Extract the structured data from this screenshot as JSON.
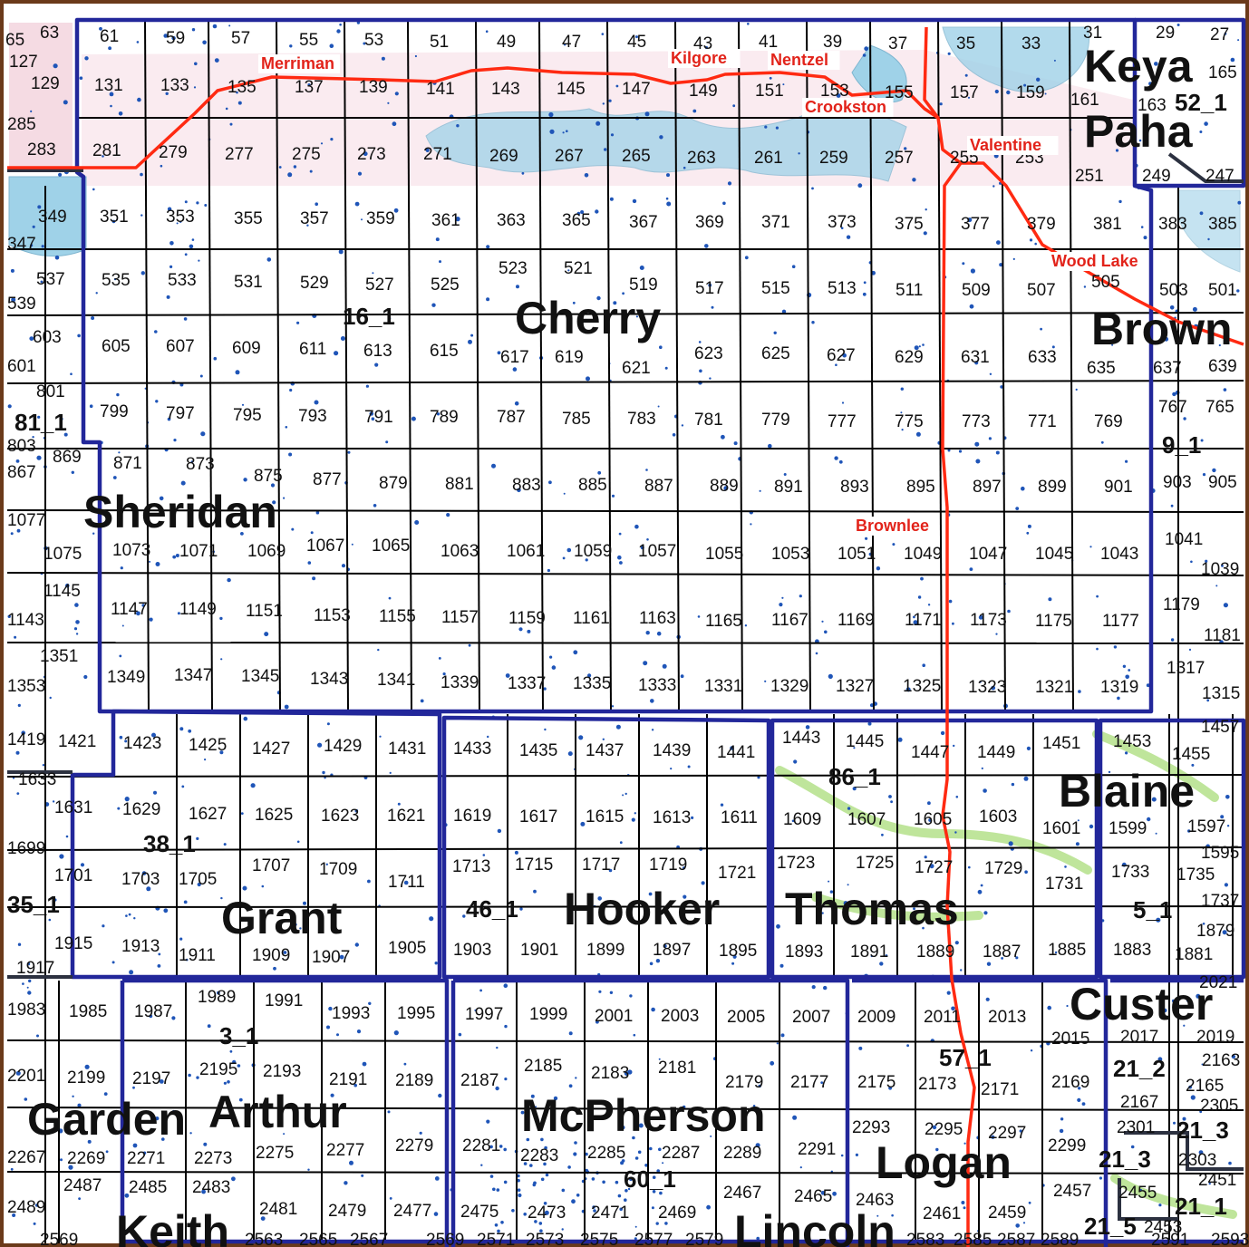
{
  "colors": {
    "county_border": "#22279a",
    "highway": "#ff2a12",
    "town_label": "#e2231a",
    "water": "#9fd2e8",
    "wetland": "#f5dbe3",
    "wells": "#1f55b8",
    "river_valley": "#b4e08a",
    "frame": "#6b3a1a"
  },
  "counties": [
    "Cherry",
    "Sheridan",
    "Keya",
    "Paha",
    "Brown",
    "Blaine",
    "Grant",
    "Hooker",
    "Thomas",
    "Custer",
    "Garden",
    "Arthur",
    "McPherson",
    "Logan",
    "Keith",
    "Lincoln"
  ],
  "zones": [
    "52_1",
    "16_1",
    "81_1",
    "9_1",
    "86_1",
    "38_1",
    "46_1",
    "35_1",
    "5_1",
    "3_1",
    "57_1",
    "21_2",
    "21_3",
    "21_3",
    "60_1",
    "21_1",
    "21_5"
  ],
  "towns": [
    "Merriman",
    "Kilgore",
    "Nentzel",
    "Crookston",
    "Valentine",
    "Wood Lake",
    "Brownlee"
  ],
  "sections": [
    "65",
    "63",
    "61",
    "59",
    "57",
    "55",
    "53",
    "51",
    "49",
    "47",
    "45",
    "43",
    "41",
    "39",
    "37",
    "35",
    "33",
    "31",
    "29",
    "27",
    "127",
    "129",
    "131",
    "133",
    "135",
    "137",
    "139",
    "141",
    "143",
    "145",
    "147",
    "149",
    "151",
    "153",
    "155",
    "157",
    "159",
    "161",
    "163",
    "165",
    "285",
    "283",
    "281",
    "279",
    "277",
    "275",
    "273",
    "271",
    "269",
    "267",
    "265",
    "263",
    "261",
    "259",
    "257",
    "255",
    "253",
    "251",
    "249",
    "247",
    "349",
    "347",
    "351",
    "353",
    "355",
    "357",
    "359",
    "361",
    "363",
    "365",
    "367",
    "369",
    "371",
    "373",
    "375",
    "377",
    "379",
    "381",
    "383",
    "385",
    "537",
    "539",
    "535",
    "533",
    "531",
    "529",
    "527",
    "525",
    "523",
    "521",
    "519",
    "517",
    "515",
    "513",
    "511",
    "509",
    "507",
    "505",
    "503",
    "501",
    "603",
    "601",
    "605",
    "607",
    "609",
    "611",
    "613",
    "615",
    "617",
    "619",
    "621",
    "623",
    "625",
    "627",
    "629",
    "631",
    "633",
    "635",
    "637",
    "639",
    "801",
    "799",
    "797",
    "795",
    "793",
    "791",
    "789",
    "787",
    "785",
    "783",
    "781",
    "779",
    "777",
    "775",
    "773",
    "771",
    "769",
    "767",
    "765",
    "803",
    "867",
    "869",
    "871",
    "873",
    "875",
    "877",
    "879",
    "881",
    "883",
    "885",
    "887",
    "889",
    "891",
    "893",
    "895",
    "897",
    "899",
    "901",
    "903",
    "905",
    "1077",
    "1075",
    "1073",
    "1071",
    "1069",
    "1067",
    "1065",
    "1063",
    "1061",
    "1059",
    "1057",
    "1055",
    "1053",
    "1051",
    "1049",
    "1047",
    "1045",
    "1043",
    "1041",
    "1039",
    "1145",
    "1143",
    "1147",
    "1149",
    "1151",
    "1153",
    "1155",
    "1157",
    "1159",
    "1161",
    "1163",
    "1165",
    "1167",
    "1169",
    "1171",
    "1173",
    "1175",
    "1177",
    "1179",
    "1181",
    "1351",
    "1353",
    "1349",
    "1347",
    "1345",
    "1343",
    "1341",
    "1339",
    "1337",
    "1335",
    "1333",
    "1331",
    "1329",
    "1327",
    "1325",
    "1323",
    "1321",
    "1319",
    "1317",
    "1315",
    "1419",
    "1421",
    "1423",
    "1425",
    "1427",
    "1429",
    "1431",
    "1433",
    "1435",
    "1437",
    "1439",
    "1441",
    "1443",
    "1445",
    "1447",
    "1449",
    "1451",
    "1453",
    "1455",
    "1457",
    "1633",
    "1631",
    "1629",
    "1627",
    "1625",
    "1623",
    "1621",
    "1619",
    "1617",
    "1615",
    "1613",
    "1611",
    "1609",
    "1607",
    "1605",
    "1603",
    "1601",
    "1599",
    "1597",
    "1699",
    "1701",
    "1703",
    "1705",
    "1707",
    "1709",
    "1711",
    "1713",
    "1715",
    "1717",
    "1719",
    "1721",
    "1723",
    "1725",
    "1727",
    "1729",
    "1731",
    "1733",
    "1735",
    "1737",
    "1595",
    "1917",
    "1915",
    "1913",
    "1911",
    "1909",
    "1907",
    "1905",
    "1903",
    "1901",
    "1899",
    "1897",
    "1895",
    "1893",
    "1891",
    "1889",
    "1887",
    "1885",
    "1883",
    "1881",
    "1879",
    "1983",
    "1985",
    "1987",
    "1989",
    "1991",
    "1993",
    "1995",
    "1997",
    "1999",
    "2001",
    "2003",
    "2005",
    "2007",
    "2009",
    "2011",
    "2013",
    "2015",
    "2017",
    "2019",
    "2021",
    "2201",
    "2199",
    "2197",
    "2195",
    "2193",
    "2191",
    "2189",
    "2187",
    "2185",
    "2183",
    "2181",
    "2179",
    "2177",
    "2175",
    "2173",
    "2171",
    "2169",
    "2167",
    "2165",
    "2163",
    "2267",
    "2269",
    "2271",
    "2273",
    "2275",
    "2277",
    "2279",
    "2281",
    "2283",
    "2285",
    "2287",
    "2289",
    "2291",
    "2293",
    "2295",
    "2297",
    "2299",
    "2301",
    "2303",
    "2305",
    "2489",
    "2487",
    "2485",
    "2483",
    "2481",
    "2479",
    "2477",
    "2475",
    "2473",
    "2471",
    "2469",
    "2467",
    "2465",
    "2463",
    "2461",
    "2459",
    "2457",
    "2455",
    "2453",
    "2451",
    "2569",
    "2563",
    "2565",
    "2567",
    "2569",
    "2571",
    "2573",
    "2575",
    "2577",
    "2579",
    "2583",
    "2585",
    "2587",
    "2589",
    "2591",
    "2593"
  ]
}
